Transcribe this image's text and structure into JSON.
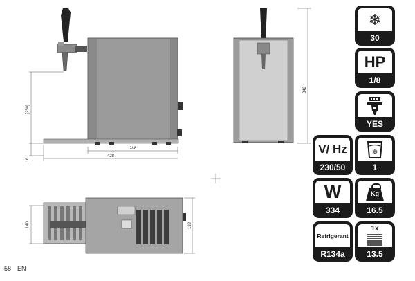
{
  "drawings": {
    "side_view": {
      "height_250": "[250]",
      "depth_288": "288",
      "depth_428": "428",
      "base_16": "16"
    },
    "front_view": {
      "height_342": "342"
    },
    "top_view": {
      "width_140": "140",
      "width_182": "182"
    }
  },
  "specs": [
    {
      "id": "cooling-capacity",
      "icon": "snowflake-icon",
      "value": "30"
    },
    {
      "id": "compressor-power",
      "icon_text": "HP",
      "value": "1/8"
    },
    {
      "id": "pump",
      "icon": "pump-icon",
      "value": "YES"
    },
    {
      "id": "voltage",
      "icon_text": "V/ Hz",
      "value": "230/50"
    },
    {
      "id": "ice-bank",
      "icon": "ice-container-icon",
      "value": "1"
    },
    {
      "id": "wattage",
      "icon_text": "W",
      "value": "334"
    },
    {
      "id": "weight",
      "icon": "weight-icon",
      "icon_text": "Kg",
      "value": "16.5"
    },
    {
      "id": "refrigerant",
      "icon_text": "Refrigerant",
      "value": "R134a"
    },
    {
      "id": "coil",
      "icon": "coil-icon",
      "icon_text": "1x",
      "value": "13.5"
    }
  ],
  "footer": {
    "page": "58",
    "lang": "EN"
  }
}
